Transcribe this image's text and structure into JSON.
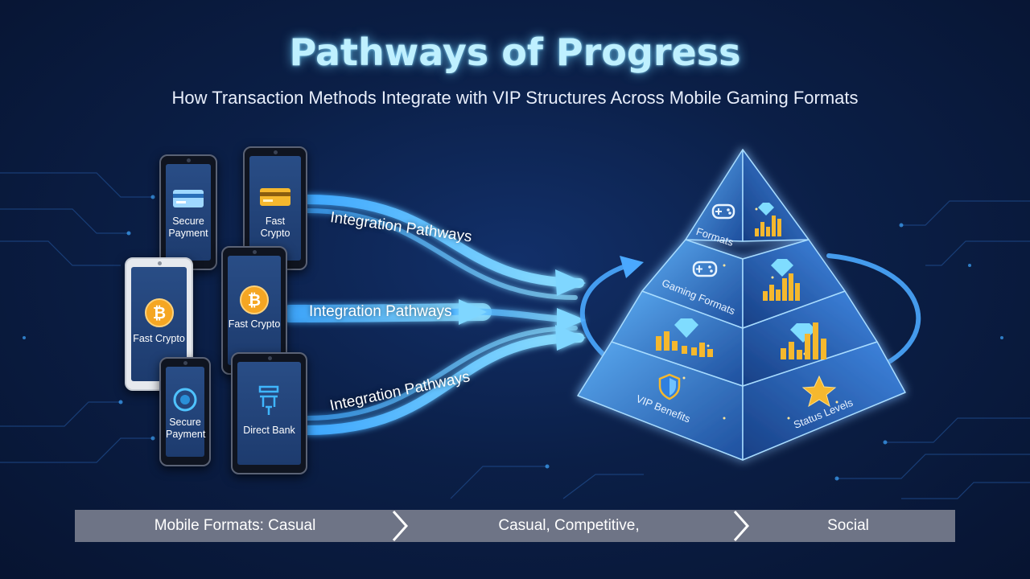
{
  "header": {
    "title": "Pathways of Progress",
    "subtitle": "How Transaction Methods Integrate with VIP Structures Across Mobile Gaming Formats"
  },
  "phones": [
    {
      "label_line1": "Secure",
      "label_line2": "Payment",
      "icon": "credit-card-icon"
    },
    {
      "label_line1": "Fast Crypto",
      "label_line2": "",
      "icon": "credit-card-icon"
    },
    {
      "label_line1": "Fast Crypto",
      "label_line2": "",
      "icon": "bitcoin-coin-icon"
    },
    {
      "label_line1": "Fast Crypto",
      "label_line2": "",
      "icon": "bitcoin-coin-icon"
    },
    {
      "label_line1": "Secure",
      "label_line2": "Payment",
      "icon": "shield-lock-icon"
    },
    {
      "label_line1": "Direct Bank",
      "label_line2": "",
      "icon": "bank-icon"
    }
  ],
  "pathways": {
    "top": "Integration Pathways",
    "middle": "Integration Pathways",
    "bottom": "Integration Pathways"
  },
  "pyramid": {
    "layers": {
      "top": "Formats",
      "second": "Gaming Formats",
      "front_left": "VIP Benefits",
      "front_right": "Status Levels"
    },
    "icons": [
      "gamepad-icon",
      "diamond-icon",
      "bar-chart-icon",
      "shield-icon",
      "star-icon"
    ]
  },
  "bottom_bar": {
    "segments": [
      "Mobile Formats: Casual",
      "Casual, Competitive,",
      "Social"
    ]
  },
  "colors": {
    "background": "#0b1f47",
    "accent_glow": "#4cc3ff",
    "pyramid_blue": "#2f6fd1",
    "gold": "#f5b82e",
    "bar_gray": "#6e7486"
  }
}
